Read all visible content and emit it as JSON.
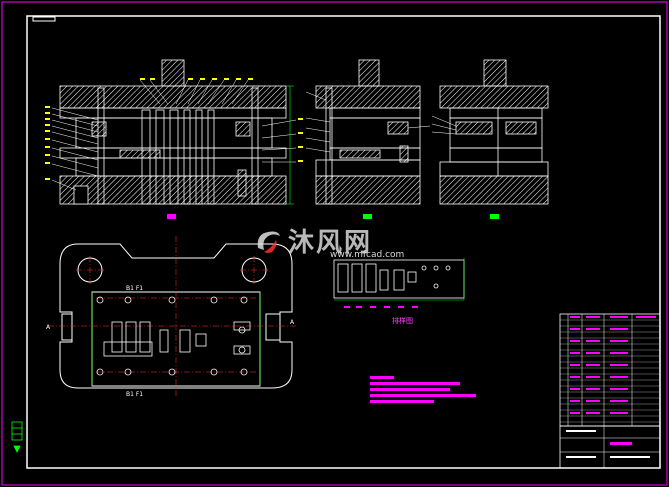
{
  "watermark": {
    "brand_cn": "沐风网",
    "url": "www.mfcad.com"
  },
  "labels": {
    "section_left_top": "B1  F1",
    "section_left_bottom": "B1  F1",
    "strip_caption": "排样图",
    "left_marker": "A",
    "right_marker": "A"
  },
  "colors": {
    "background": "#000000",
    "frame": "#ffffff",
    "magenta": "#ff00ff",
    "red": "#ff3030",
    "green": "#00ff00",
    "yellow": "#ffff00",
    "cyan": "#00ffff"
  }
}
